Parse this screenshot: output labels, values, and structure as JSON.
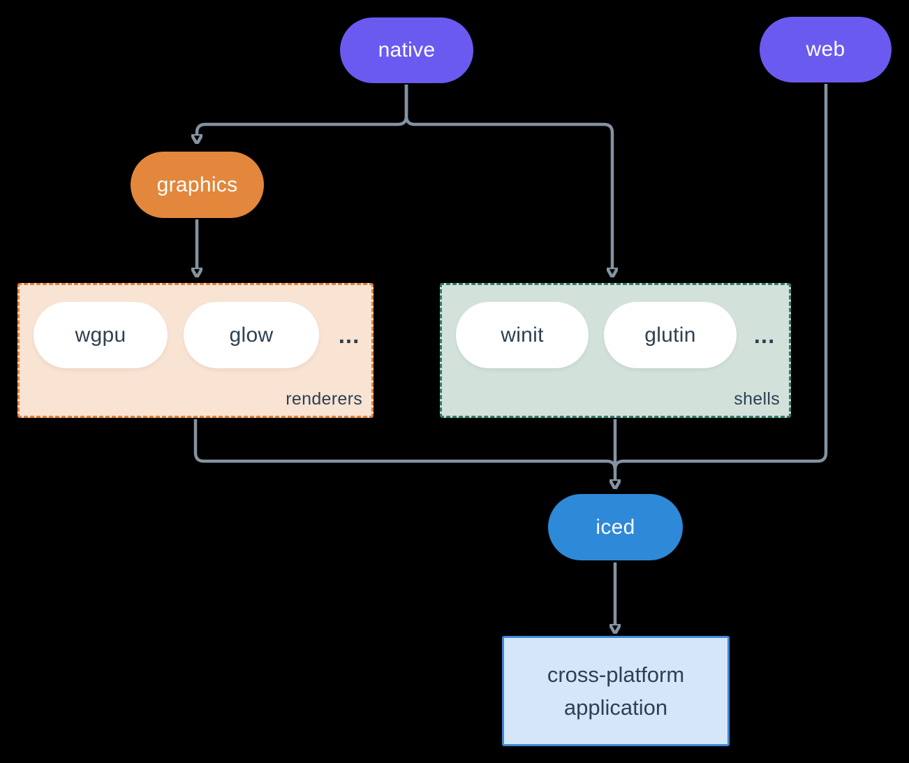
{
  "nodes": {
    "native": "native",
    "web": "web",
    "graphics": "graphics",
    "iced": "iced",
    "app": "cross-platform application"
  },
  "renderers": {
    "label": "renderers",
    "items": [
      "wgpu",
      "glow"
    ],
    "more": "..."
  },
  "shells": {
    "label": "shells",
    "items": [
      "winit",
      "glutin"
    ],
    "more": "..."
  },
  "edges": [
    {
      "from": "native",
      "to": "graphics"
    },
    {
      "from": "native",
      "to": "shells"
    },
    {
      "from": "graphics",
      "to": "renderers"
    },
    {
      "from": "renderers",
      "to": "iced"
    },
    {
      "from": "shells",
      "to": "iced"
    },
    {
      "from": "web",
      "to": "iced"
    },
    {
      "from": "iced",
      "to": "app"
    }
  ],
  "colors": {
    "background": "#000000",
    "platform_node": "#6a5af0",
    "graphics_node": "#e2873c",
    "iced_node": "#2e89d8",
    "renderers_bg": "#f9e3d2",
    "renderers_border": "#e0813a",
    "shells_bg": "#d2e2db",
    "shells_border": "#2f7d6d",
    "app_bg": "#d5e6f8",
    "app_border": "#3d87d6",
    "node_text_light": "#ffffff",
    "node_text_dark": "#2e4053",
    "connector": "#8493a1"
  }
}
